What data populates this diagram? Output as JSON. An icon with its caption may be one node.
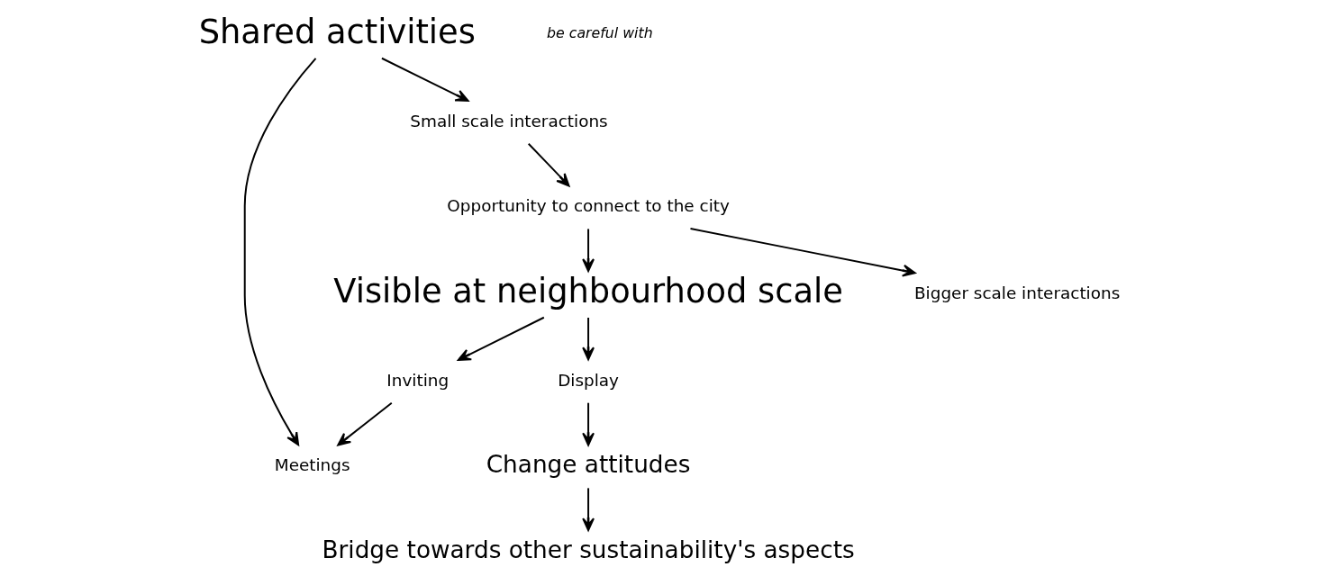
{
  "diagram": {
    "nodes": [
      {
        "text": [
          "Shared activities"
        ]
      },
      {
        "text": [
          "Meetings"
        ]
      },
      {
        "text": [
          "Small scale interactions"
        ]
      },
      {
        "text": [
          "Bridge towards other sustainability's aspects"
        ]
      },
      {
        "text": [
          "Inviting"
        ]
      },
      {
        "text": [
          "Display"
        ]
      },
      {
        "text": [
          "Opportunity to connect to the city"
        ]
      },
      {
        "text": [
          "Visible at neighbourhood scale"
        ]
      },
      {
        "text": [
          "Bigger scale interactions"
        ]
      },
      {
        "text": [
          "Change attitudes"
        ]
      }
    ],
    "edges": [
      {
        "from": 0,
        "to": 1,
        "arrow": "to"
      },
      {
        "from": 0,
        "to": 2,
        "arrow": "to"
      },
      {
        "from": 4,
        "to": 1,
        "arrow": "to"
      },
      {
        "from": 2,
        "to": 6,
        "arrow": "to"
      },
      {
        "from": 6,
        "to": 7,
        "arrow": "to"
      },
      {
        "from": 6,
        "to": 8,
        "arrow": "to"
      },
      {
        "from": 7,
        "to": 4,
        "arrow": "to"
      },
      {
        "from": 7,
        "to": 5,
        "arrow": "to"
      },
      {
        "from": 5,
        "to": 9,
        "arrow": "to"
      },
      {
        "from": 9,
        "to": 3,
        "arrow": "to"
      }
    ],
    "labels": [
      "be careful with"
    ]
  }
}
